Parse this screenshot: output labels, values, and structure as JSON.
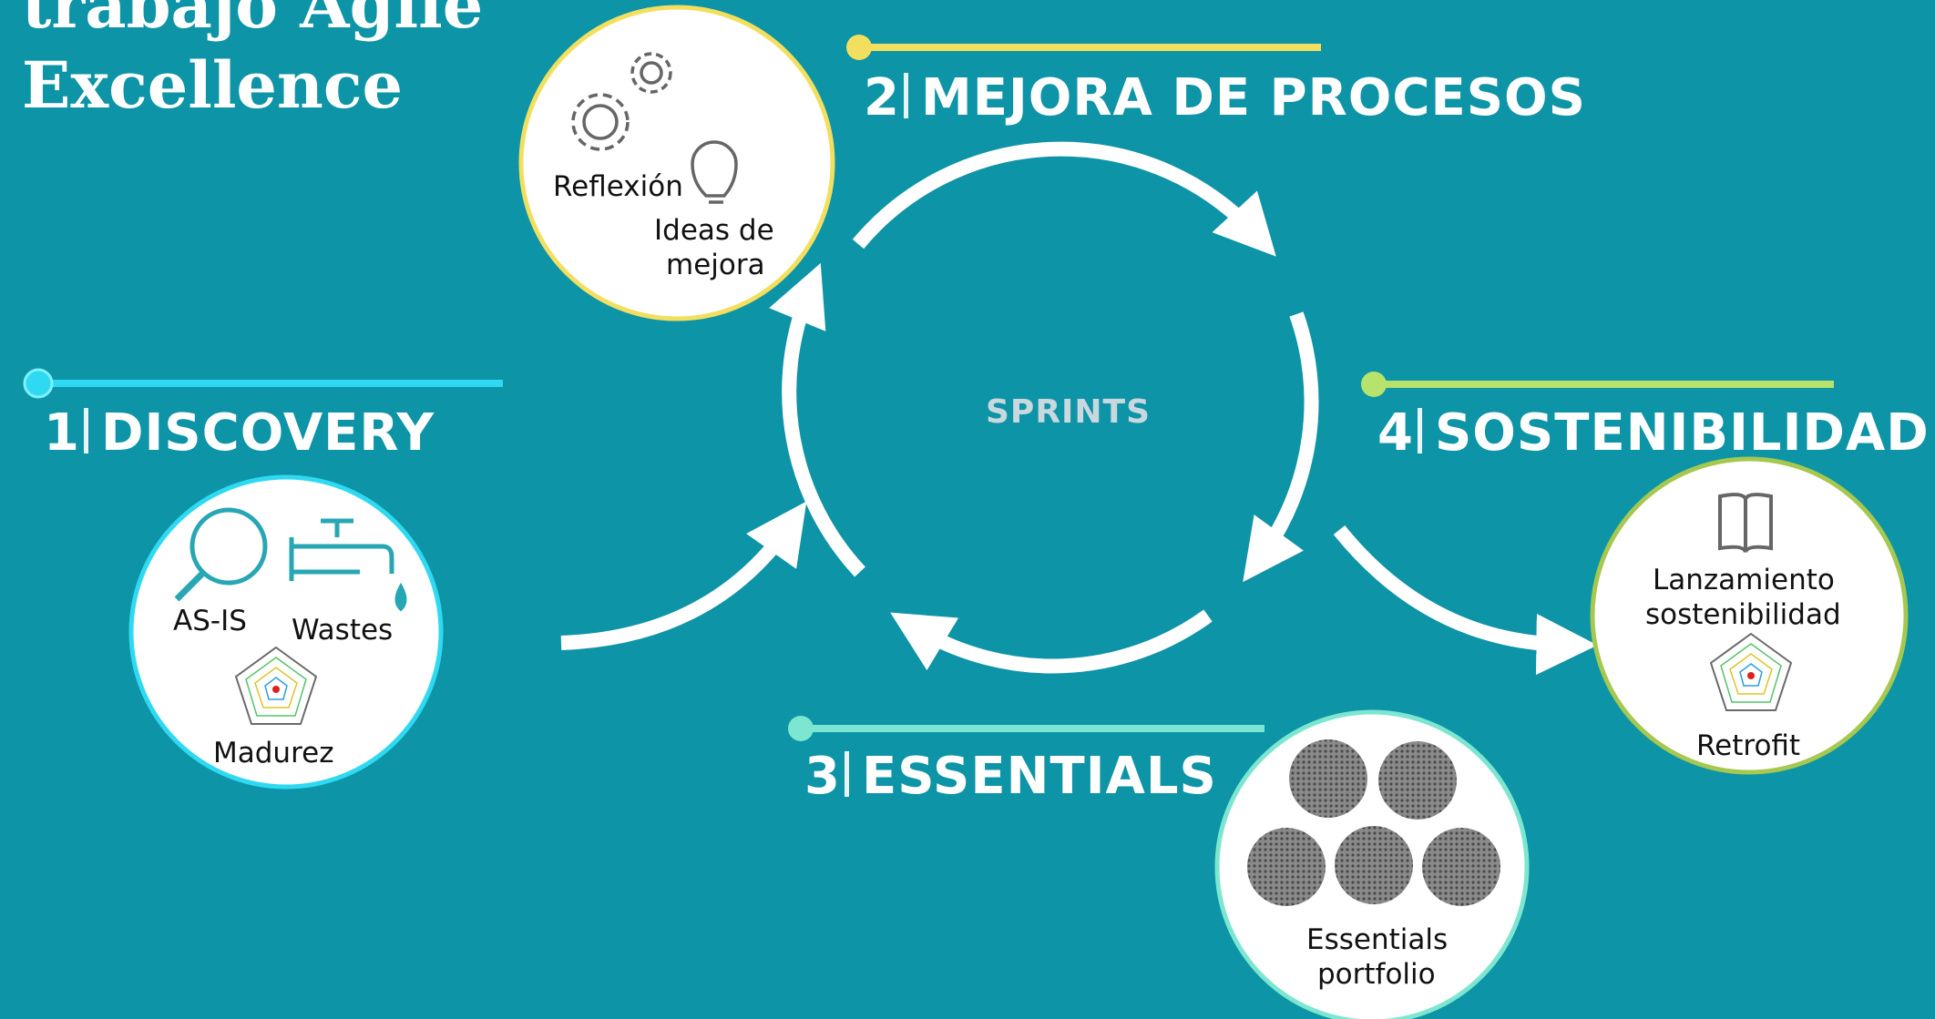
{
  "title": {
    "line1": "trabajo Agile",
    "line2": "Excellence"
  },
  "center_label": "SPRINTS",
  "stages": {
    "discovery": {
      "number": "1",
      "label": "DISCOVERY",
      "color": "#2fd9f2",
      "items": [
        "AS-IS",
        "Wastes",
        "Madurez"
      ]
    },
    "mejora": {
      "number": "2",
      "label": "MEJORA DE PROCESOS",
      "color": "#f3df5f",
      "items": [
        "Reflexión",
        "Ideas de",
        "mejora"
      ]
    },
    "essentials": {
      "number": "3",
      "label": "ESSENTIALS",
      "color": "#7de6d0",
      "items": [
        "Essentials",
        "portfolio"
      ]
    },
    "sostenibilidad": {
      "number": "4",
      "label": "SOSTENIBILIDAD",
      "color": "#b7e36c",
      "items": [
        "Lanzamiento",
        "sostenibilidad",
        "Retrofit"
      ]
    }
  },
  "icons": {
    "discovery": [
      "magnifier-icon",
      "faucet-icon",
      "radar-chart-icon"
    ],
    "mejora": [
      "gears-icon",
      "lightbulb-icon"
    ],
    "essentials": [
      "photo-icon"
    ],
    "sostenibilidad": [
      "book-icon",
      "radar-chart-icon"
    ]
  },
  "colors": {
    "background": "#0d94a6",
    "arrows": "#ffffff"
  }
}
